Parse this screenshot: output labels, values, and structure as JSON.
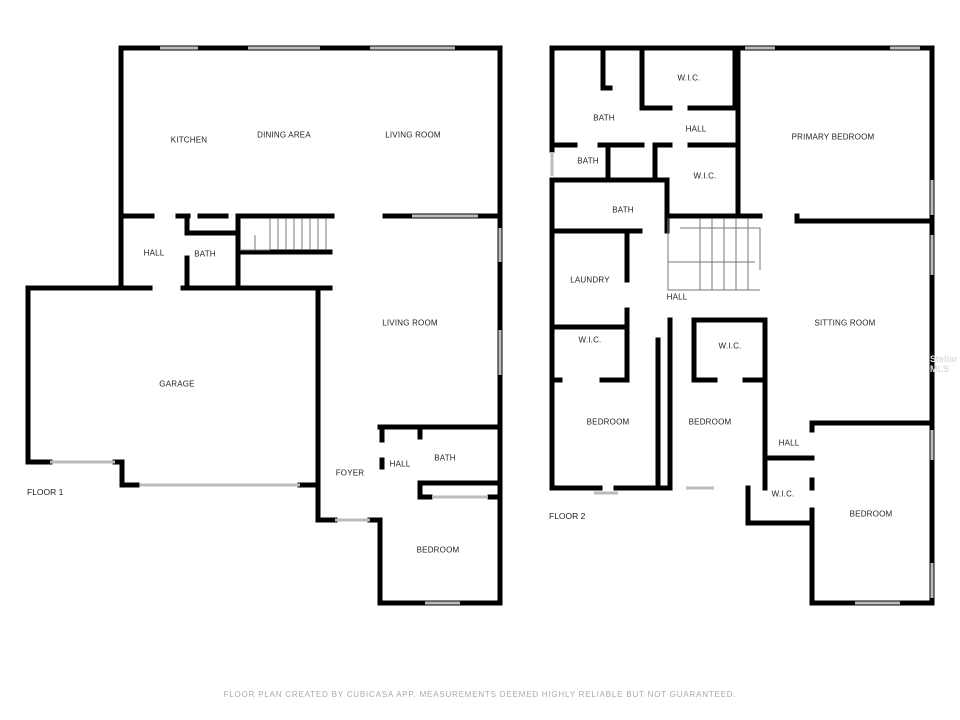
{
  "floor1": {
    "label": "FLOOR 1",
    "rooms": [
      "KITCHEN",
      "DINING AREA",
      "LIVING ROOM",
      "HALL",
      "BATH",
      "LIVING ROOM",
      "GARAGE",
      "FOYER",
      "HALL",
      "BATH",
      "BEDROOM"
    ]
  },
  "floor2": {
    "label": "FLOOR 2",
    "rooms": [
      "W.I.C.",
      "BATH",
      "HALL",
      "PRIMARY BEDROOM",
      "BATH",
      "W.I.C.",
      "BATH",
      "LAUNDRY",
      "HALL",
      "SITTING ROOM",
      "W.I.C.",
      "W.I.C.",
      "BEDROOM",
      "BEDROOM",
      "HALL",
      "W.I.C.",
      "BEDROOM"
    ]
  },
  "footer": "FLOOR PLAN CREATED BY CUBICASA APP. MEASUREMENTS DEEMED HIGHLY RELIABLE BUT NOT GUARANTEED.",
  "watermark": "Stellar MLS",
  "colors": {
    "wall": "#000000",
    "window": "#bbbbbb",
    "text": "#222222"
  }
}
